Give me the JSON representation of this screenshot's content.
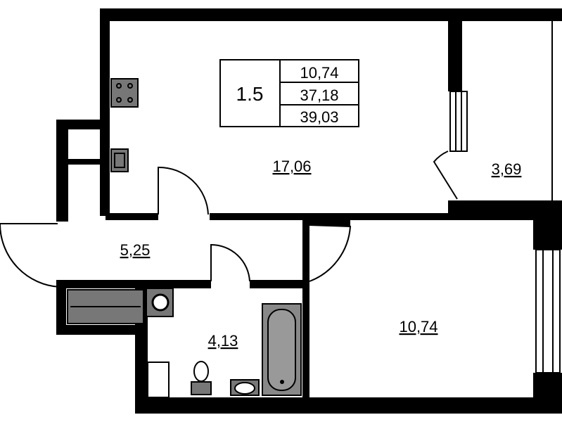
{
  "apartment": {
    "type_code": "1.5",
    "summary": [
      "10,74",
      "37,18",
      "39,03"
    ]
  },
  "rooms": {
    "kitchen_living": "17,06",
    "balcony": "3,69",
    "hallway": "5,25",
    "bathroom": "4,13",
    "bedroom": "10,74"
  }
}
